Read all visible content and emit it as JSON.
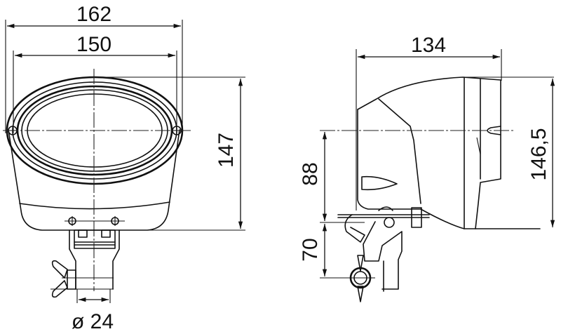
{
  "drawing": {
    "type": "technical dimension drawing",
    "subject": "oval work lamp with bracket mount",
    "stroke_color": "#111111",
    "background": "#ffffff",
    "front_view": {
      "dimensions": {
        "overall_width": "162",
        "mounting_hole_spacing": "150",
        "overall_height": "147",
        "mount_diameter": "ø 24"
      }
    },
    "side_view": {
      "dimensions": {
        "depth": "134",
        "overall_height": "146,5",
        "axis_to_bracket": "88",
        "bracket_to_pivot": "70"
      }
    }
  }
}
